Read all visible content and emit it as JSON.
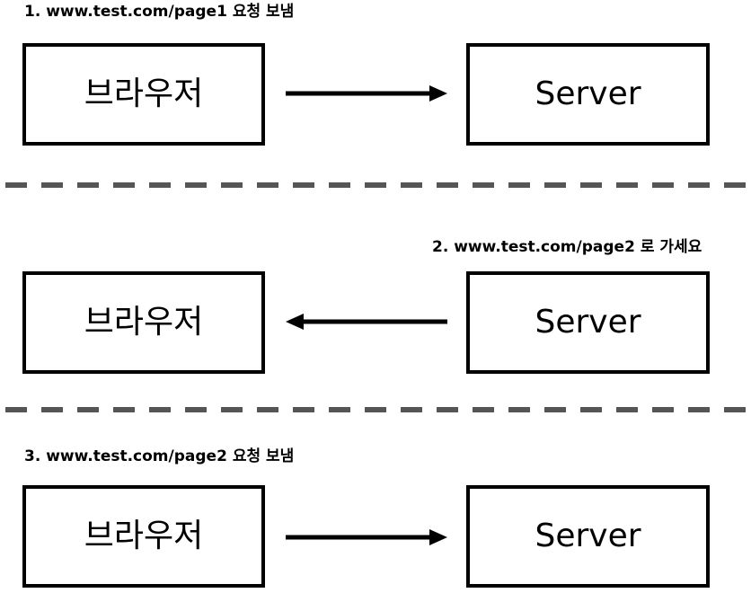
{
  "steps": [
    {
      "label": "1. www.test.com/page1 요청 보냄",
      "browser_label": "브라우저",
      "server_label": "Server",
      "direction": "browser-to-server"
    },
    {
      "label": "2. www.test.com/page2 로 가세요",
      "browser_label": "브라우저",
      "server_label": "Server",
      "direction": "server-to-browser"
    },
    {
      "label": "3. www.test.com/page2 요청 보냄",
      "browser_label": "브라우저",
      "server_label": "Server",
      "direction": "browser-to-server"
    }
  ],
  "colors": {
    "stroke": "#000000",
    "divider": "#555555",
    "background": "#ffffff"
  }
}
